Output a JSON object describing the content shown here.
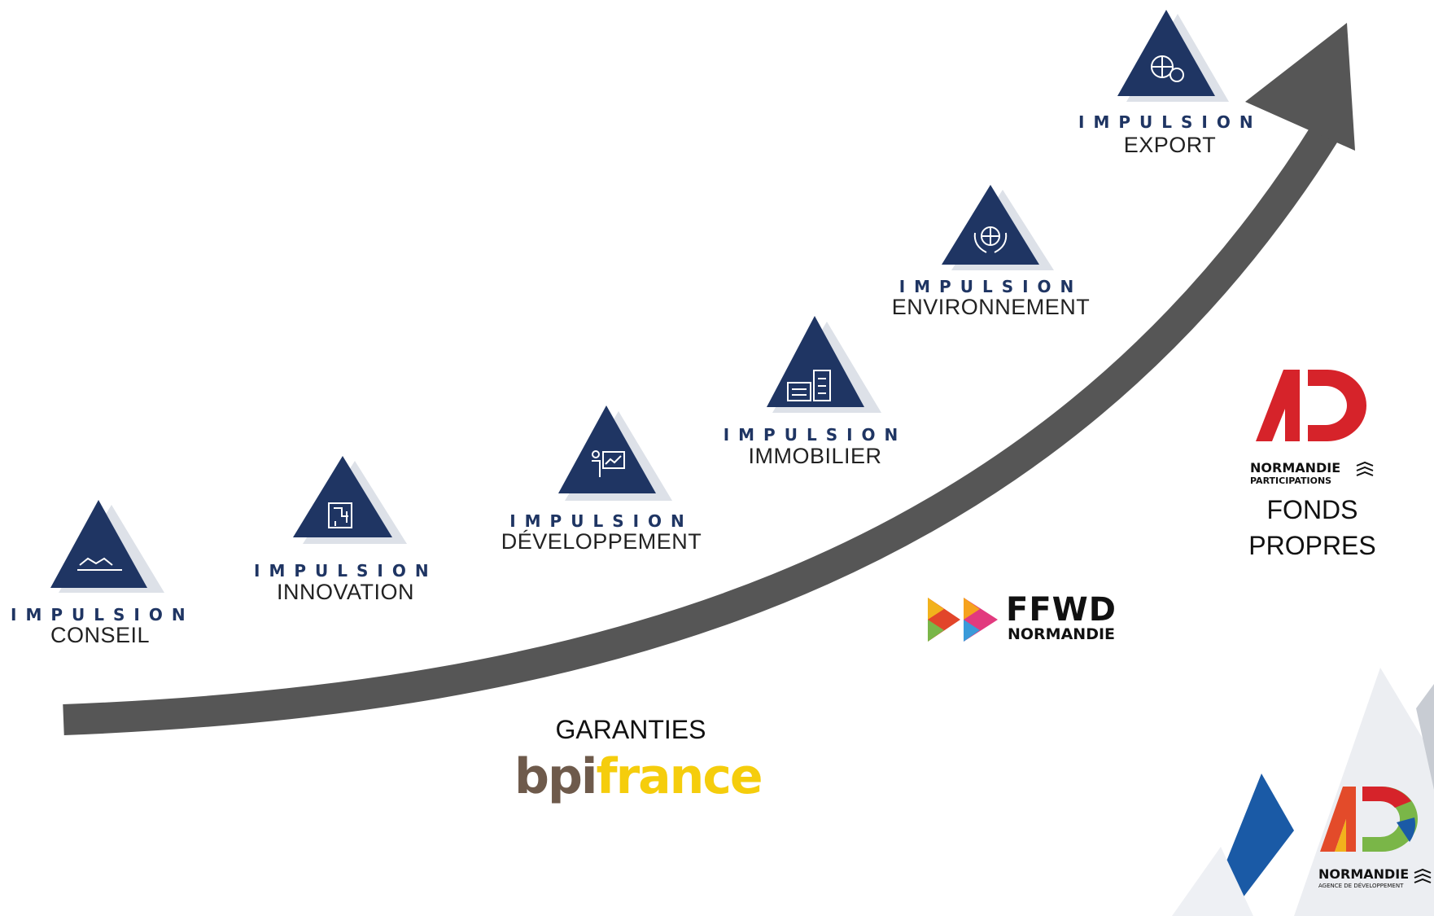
{
  "steps": [
    {
      "prefix": "IMPULSION",
      "name": "CONSEIL",
      "icon": "handshake-icon"
    },
    {
      "prefix": "IMPULSION",
      "name": "INNOVATION",
      "icon": "maze-icon"
    },
    {
      "prefix": "IMPULSION",
      "name": "DÉVELOPPEMENT",
      "icon": "presenter-chart-icon"
    },
    {
      "prefix": "IMPULSION",
      "name": "IMMOBILIER",
      "icon": "buildings-icon"
    },
    {
      "prefix": "IMPULSION",
      "name": "ENVIRONNEMENT",
      "icon": "hands-globe-icon"
    },
    {
      "prefix": "IMPULSION",
      "name": "EXPORT",
      "icon": "globe-exchange-icon"
    }
  ],
  "fonds_propres": {
    "line1": "FONDS",
    "line2": "PROPRES",
    "logo": {
      "brand": "NORMANDIE",
      "sub": "PARTICIPATIONS"
    }
  },
  "ffwd": {
    "brand": "FFWD",
    "sub": "NORMANDIE"
  },
  "garanties": {
    "label": "GARANTIES",
    "logo_a": "bpi",
    "logo_b": "france"
  },
  "ad_normandie": {
    "brand": "NORMANDIE",
    "sub": "AGENCE DE DÉVELOPPEMENT"
  },
  "colors": {
    "triangle": "#1f3563",
    "arrow": "#565656",
    "ad_red": "#d6232a",
    "bpi_brown": "#6e5a4b",
    "bpi_yellow": "#f5cd0c"
  }
}
